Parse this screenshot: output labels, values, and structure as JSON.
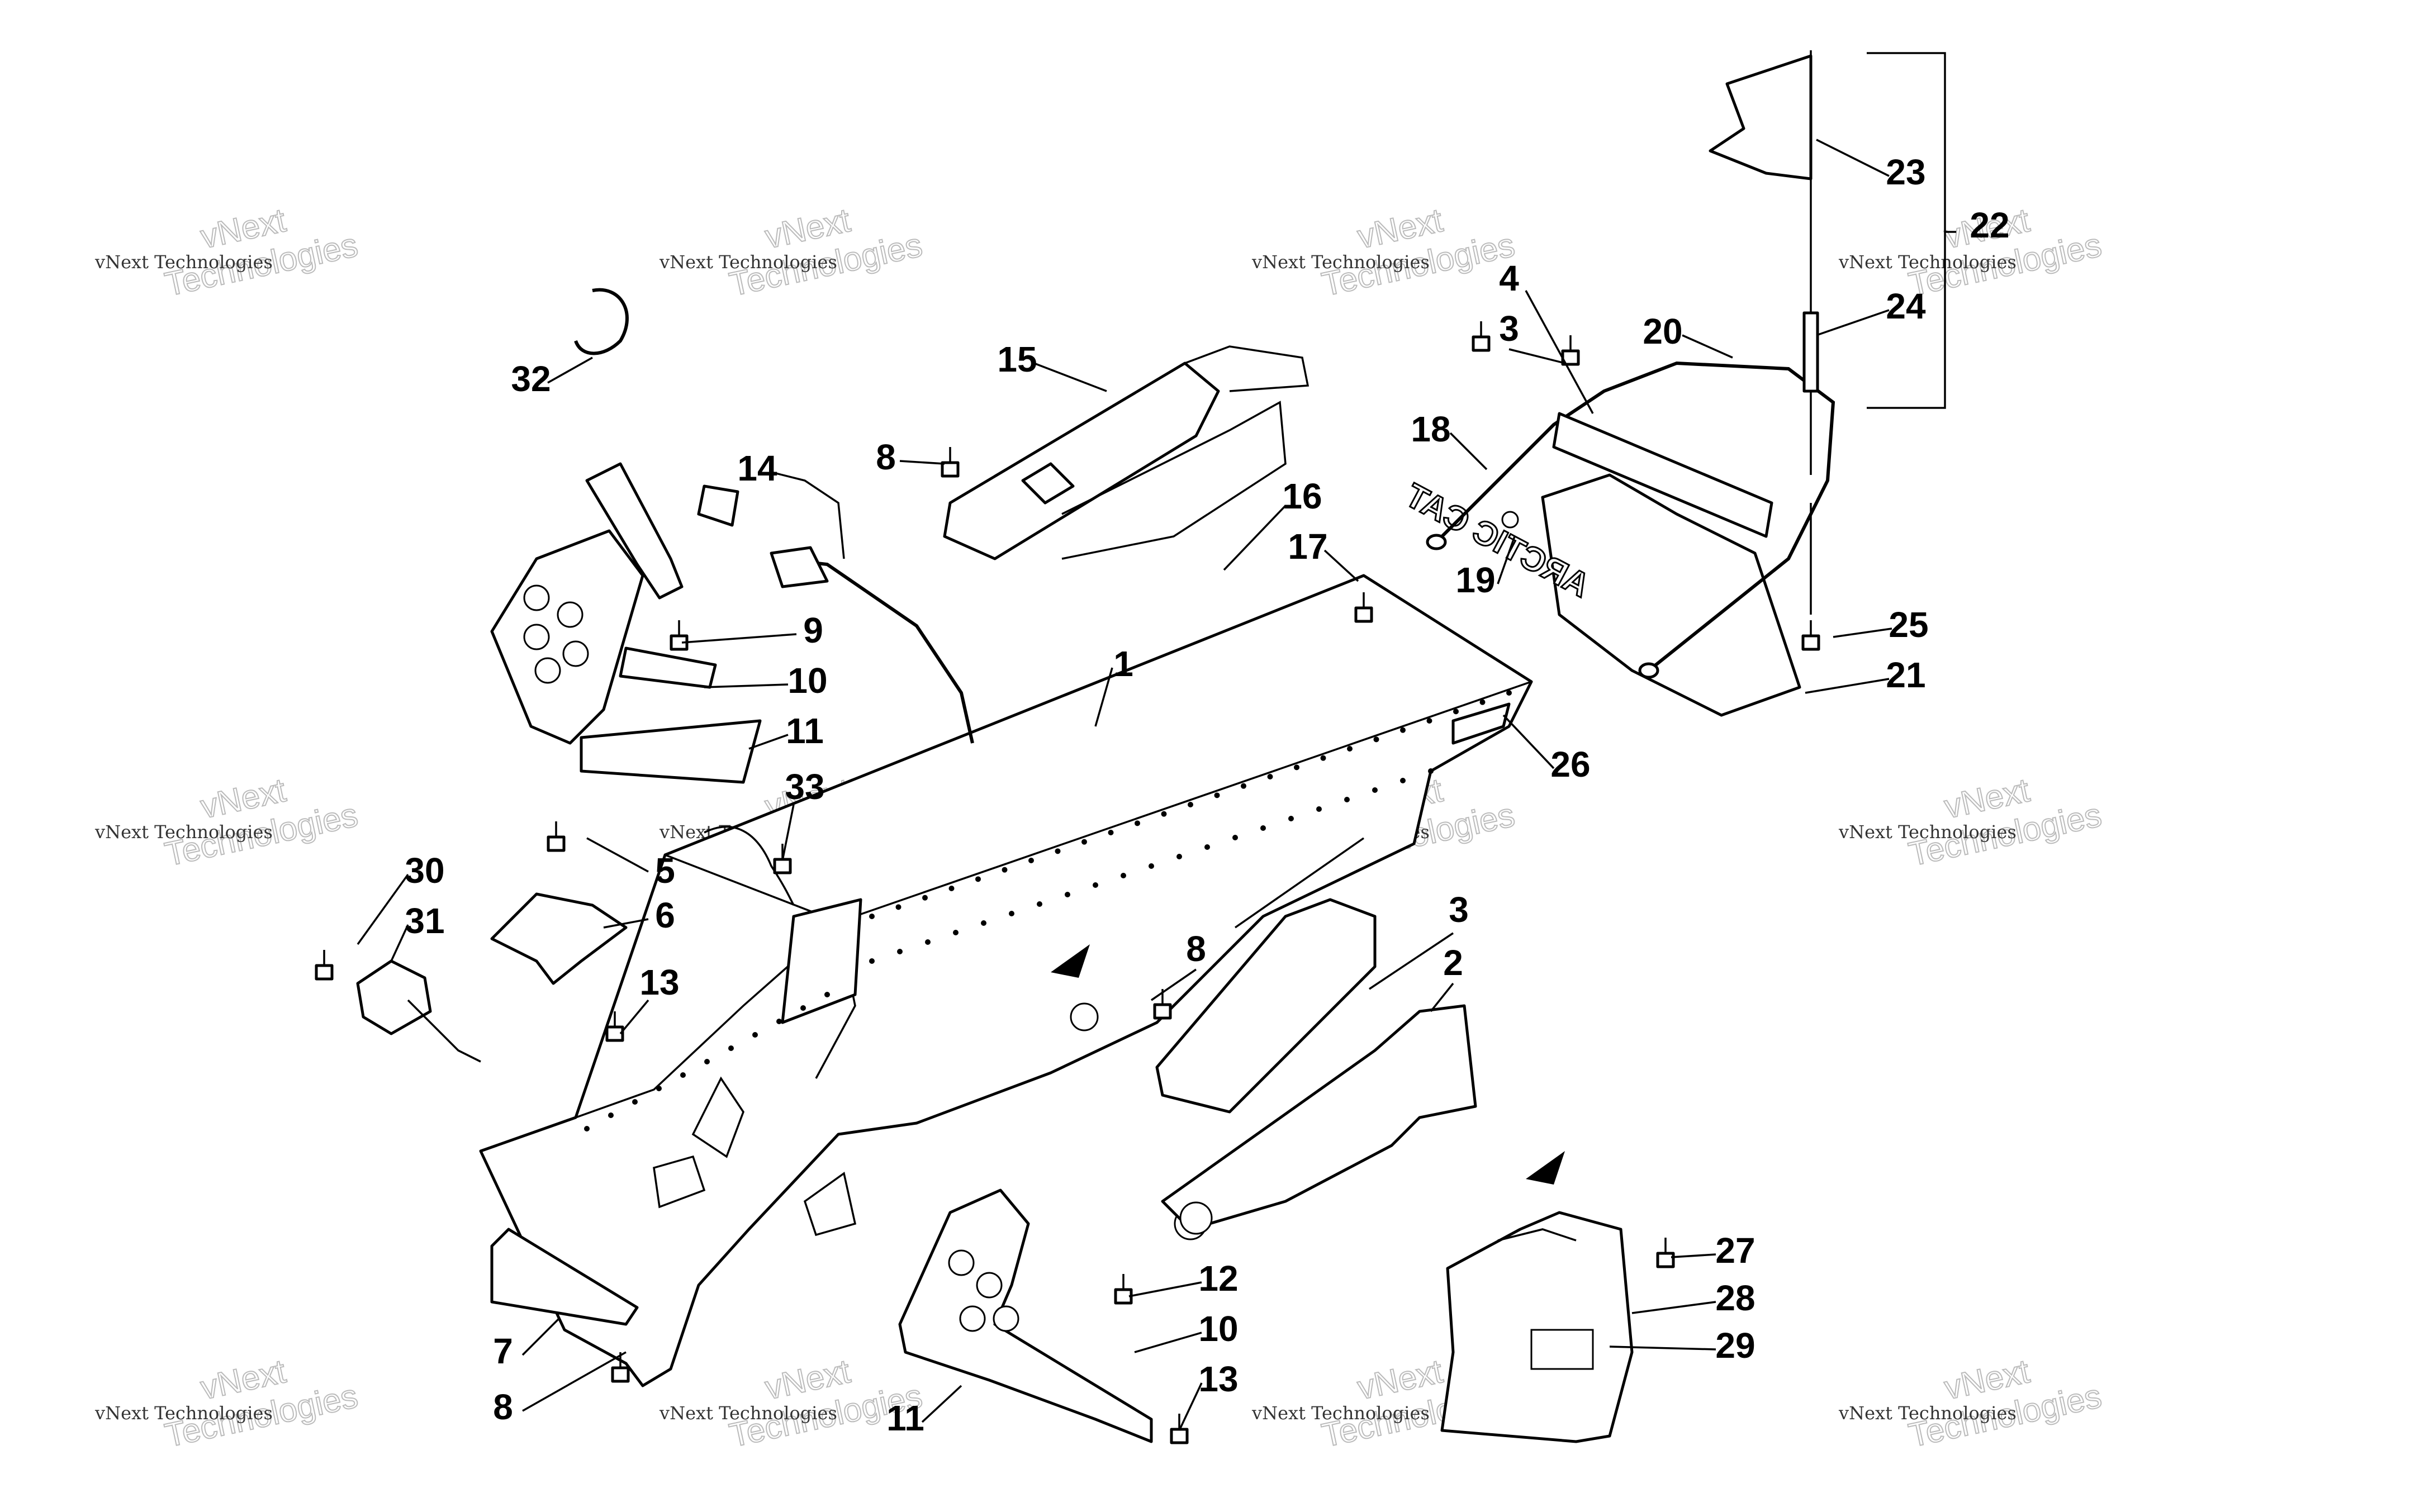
{
  "callouts": [
    {
      "id": "c1",
      "text": "1"
    },
    {
      "id": "c2",
      "text": "2"
    },
    {
      "id": "c3a",
      "text": "3"
    },
    {
      "id": "c3b",
      "text": "3"
    },
    {
      "id": "c4",
      "text": "4"
    },
    {
      "id": "c5",
      "text": "5"
    },
    {
      "id": "c6",
      "text": "6"
    },
    {
      "id": "c7",
      "text": "7"
    },
    {
      "id": "c8a",
      "text": "8"
    },
    {
      "id": "c8b",
      "text": "8"
    },
    {
      "id": "c8c",
      "text": "8"
    },
    {
      "id": "c9",
      "text": "9"
    },
    {
      "id": "c10a",
      "text": "10"
    },
    {
      "id": "c10b",
      "text": "10"
    },
    {
      "id": "c11a",
      "text": "11"
    },
    {
      "id": "c11b",
      "text": "11"
    },
    {
      "id": "c12",
      "text": "12"
    },
    {
      "id": "c13a",
      "text": "13"
    },
    {
      "id": "c13b",
      "text": "13"
    },
    {
      "id": "c14",
      "text": "14"
    },
    {
      "id": "c15",
      "text": "15"
    },
    {
      "id": "c16",
      "text": "16"
    },
    {
      "id": "c17",
      "text": "17"
    },
    {
      "id": "c18",
      "text": "18"
    },
    {
      "id": "c19",
      "text": "19"
    },
    {
      "id": "c20",
      "text": "20"
    },
    {
      "id": "c21",
      "text": "21"
    },
    {
      "id": "c22",
      "text": "22"
    },
    {
      "id": "c23",
      "text": "23"
    },
    {
      "id": "c24",
      "text": "24"
    },
    {
      "id": "c25",
      "text": "25"
    },
    {
      "id": "c26",
      "text": "26"
    },
    {
      "id": "c27",
      "text": "27"
    },
    {
      "id": "c28",
      "text": "28"
    },
    {
      "id": "c29",
      "text": "29"
    },
    {
      "id": "c30",
      "text": "30"
    },
    {
      "id": "c31",
      "text": "31"
    },
    {
      "id": "c32",
      "text": "32"
    },
    {
      "id": "c33",
      "text": "33"
    }
  ],
  "watermark": {
    "line1": "vNext Technologies",
    "line2": "vNext",
    "line3": "Technologies"
  },
  "flap_logo": "ARCTIC CAT"
}
